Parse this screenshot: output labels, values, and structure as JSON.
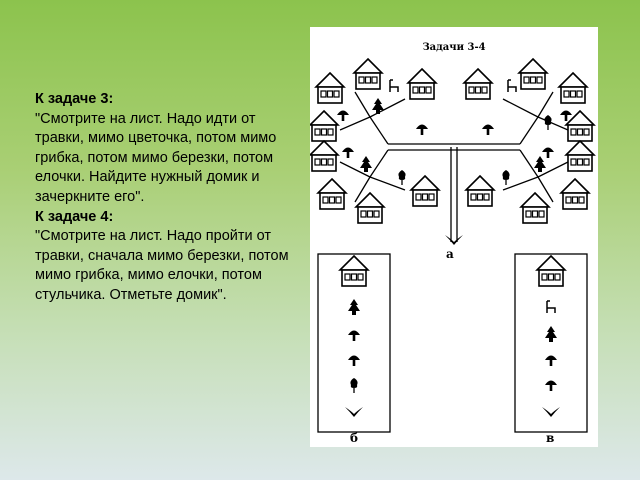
{
  "text": {
    "task3_heading": "К задаче 3:",
    "task3_body": "\"Смотрите на лист. Надо идти от травки, мимо цветочка, потом мимо грибка, потом мимо березки, потом елочки. Найдите нужный домик и зачеркните его\".",
    "task4_heading": "К задаче 4:",
    "task4_body": "\"Смотрите на лист. Надо пройти от травки, сначала мимо березки, потом мимо грибка, мимо елочки, потом стульчика. Отметьте домик\"."
  },
  "worksheet": {
    "title": "Задачи 3-4",
    "label_a": "а",
    "label_b": "б",
    "label_v": "в",
    "panel_b_items": [
      "house-icon",
      "fir-tree-icon",
      "mushroom-icon",
      "mushroom-icon",
      "birch-icon",
      "grass-icon"
    ],
    "panel_v_items": [
      "house-icon",
      "chair-icon",
      "fir-tree-icon",
      "mushroom-icon",
      "mushroom-icon",
      "grass-icon"
    ]
  },
  "colors": {
    "background_top": "#8cc34d",
    "background_bottom": "#dde8ea",
    "sheet": "#ffffff",
    "ink": "#000000"
  }
}
